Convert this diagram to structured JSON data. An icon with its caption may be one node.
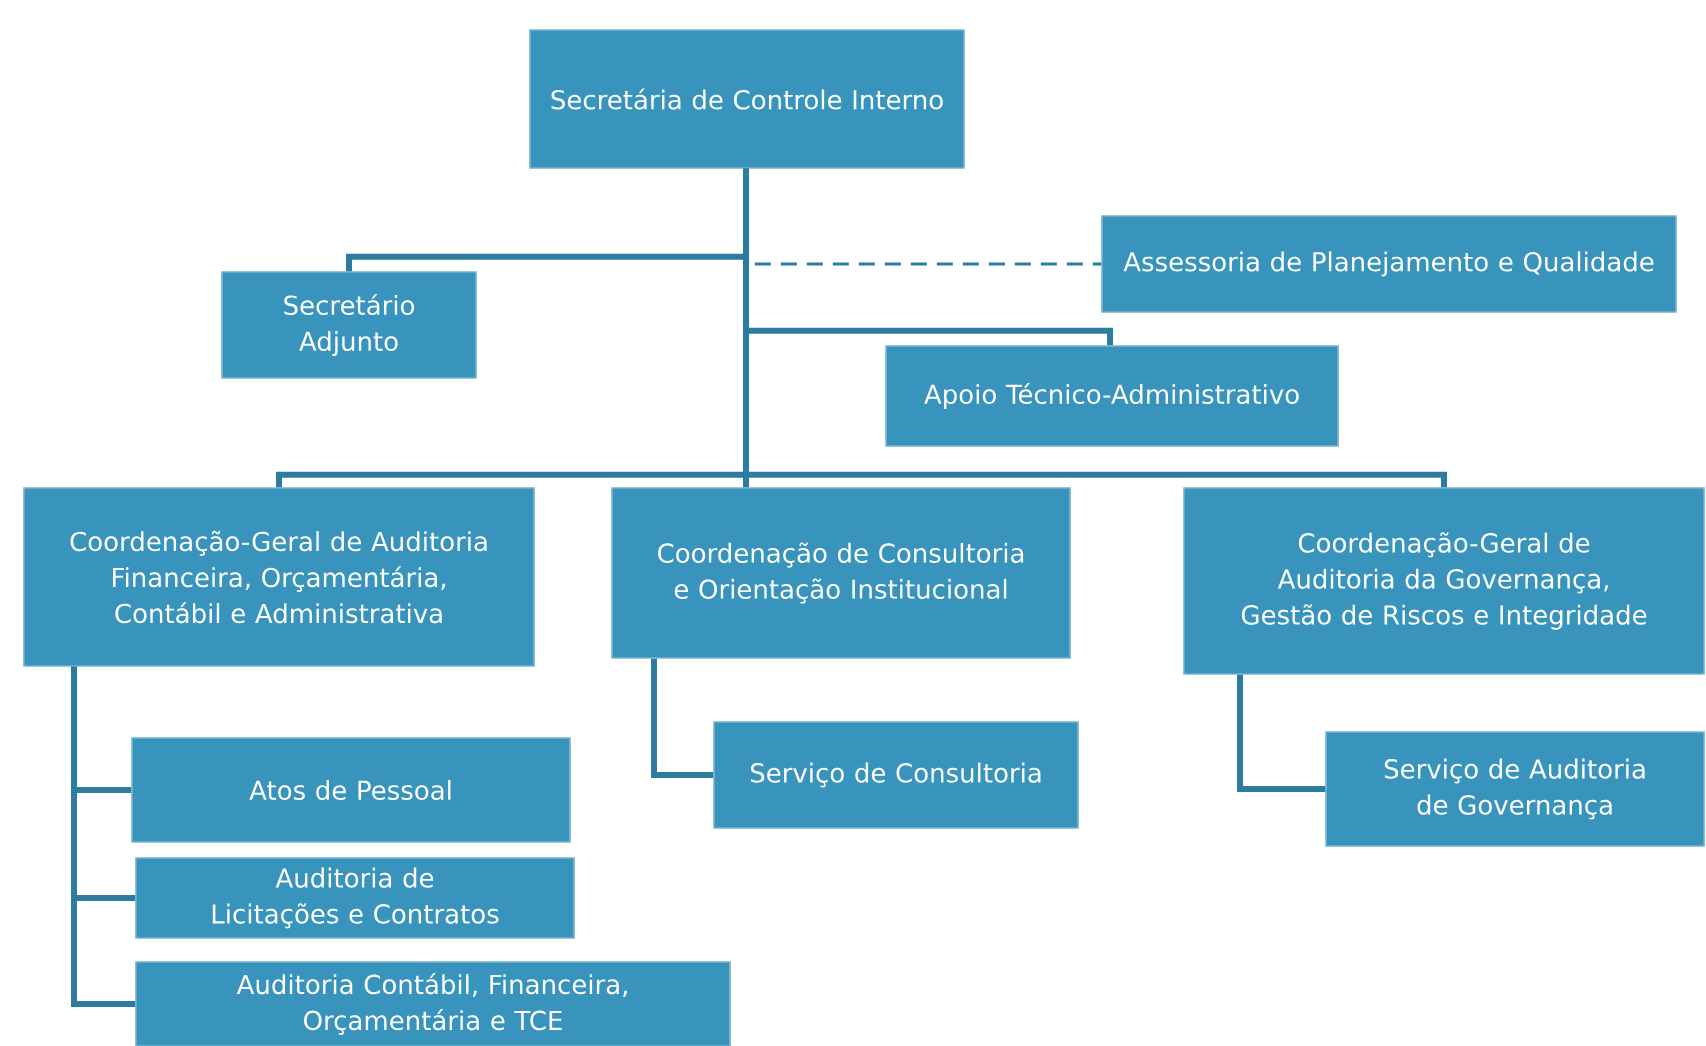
{
  "diagram": {
    "nodes": [
      {
        "text": [
          "Secretária de Controle Interno"
        ]
      },
      {
        "text": [
          "Secretário Adjunto"
        ]
      },
      {
        "text": [
          "Assessoria de Planejamento e Qualidade"
        ]
      },
      {
        "text": [
          "Apoio Técnico-Administrativo"
        ]
      },
      {
        "text": [
          "Coordenação-Geral de Auditoria Financeira, Orçamentária, Contábil e Administrativa"
        ]
      },
      {
        "text": [
          "Coordenação de Consultoria e Orientação Institucional"
        ]
      },
      {
        "text": [
          "Coordenação-Geral de Auditoria da Governança, Gestão de Riscos e Integridade"
        ]
      },
      {
        "text": [
          "Atos de Pessoal"
        ]
      },
      {
        "text": [
          "Auditoria de Licitações e Contratos"
        ]
      },
      {
        "text": [
          "Auditoria Contábil, Financeira, Orçamentária e TCE"
        ]
      },
      {
        "text": [
          "Serviço de Consultoria"
        ]
      },
      {
        "text": [
          "Serviço de Auditoria de Governança"
        ]
      }
    ],
    "edges": [
      {
        "from": 0,
        "to": 1,
        "arrow": "none"
      },
      {
        "from": 0,
        "to": 2,
        "arrow": "none",
        "style": "dashed"
      },
      {
        "from": 0,
        "to": 3,
        "arrow": "none"
      },
      {
        "from": 0,
        "to": 4,
        "arrow": "none"
      },
      {
        "from": 0,
        "to": 5,
        "arrow": "none"
      },
      {
        "from": 0,
        "to": 6,
        "arrow": "none"
      },
      {
        "from": 4,
        "to": 7,
        "arrow": "none"
      },
      {
        "from": 4,
        "to": 8,
        "arrow": "none"
      },
      {
        "from": 4,
        "to": 9,
        "arrow": "none"
      },
      {
        "from": 5,
        "to": 10,
        "arrow": "none"
      },
      {
        "from": 6,
        "to": 11,
        "arrow": "none"
      }
    ]
  }
}
